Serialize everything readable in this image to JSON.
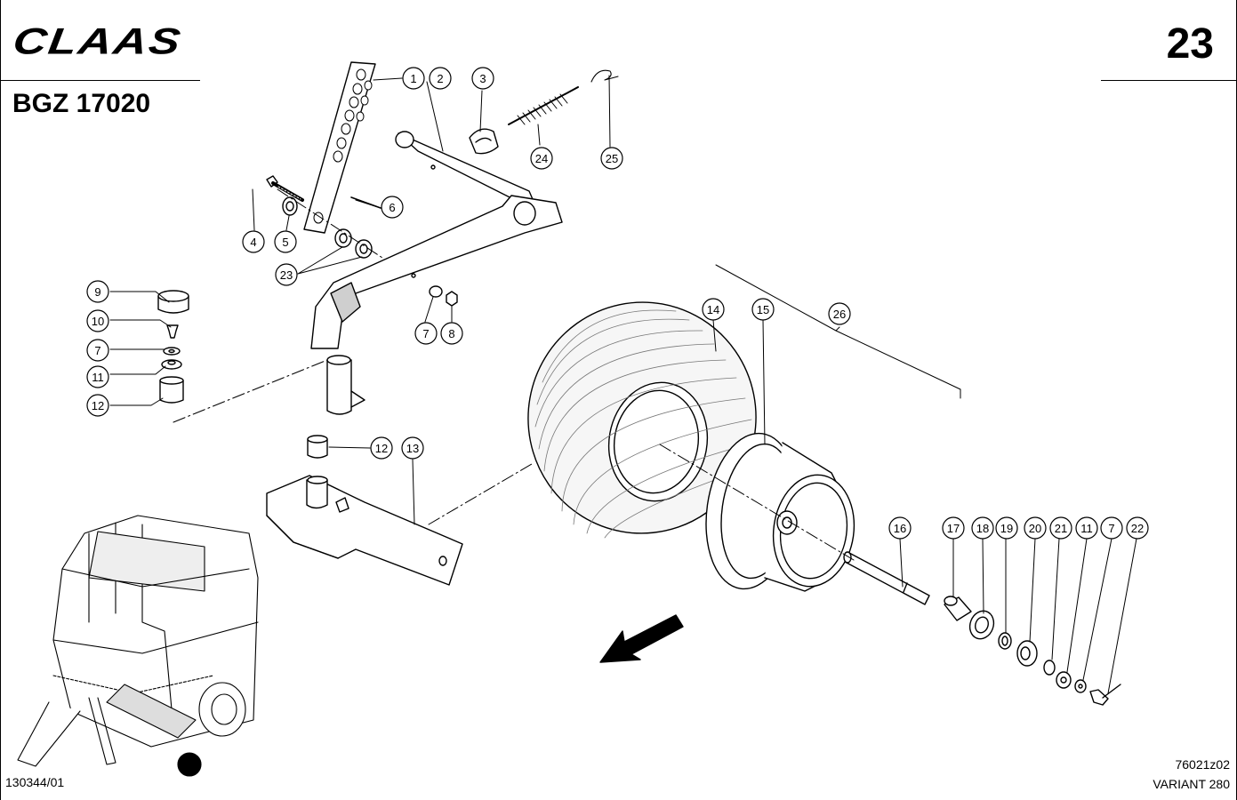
{
  "header": {
    "brand_logo": "CLAAS",
    "doc_code": "BGZ 17020",
    "page_number": "23"
  },
  "footer": {
    "left_code": "130344/01",
    "drawing_code": "76021z02",
    "variant": "VARIANT 280"
  },
  "callouts": [
    {
      "id": "c1",
      "label": "1"
    },
    {
      "id": "c2",
      "label": "2"
    },
    {
      "id": "c3",
      "label": "3"
    },
    {
      "id": "c24",
      "label": "24"
    },
    {
      "id": "c25",
      "label": "25"
    },
    {
      "id": "c6",
      "label": "6"
    },
    {
      "id": "c4",
      "label": "4"
    },
    {
      "id": "c5",
      "label": "5"
    },
    {
      "id": "c23",
      "label": "23"
    },
    {
      "id": "c9",
      "label": "9"
    },
    {
      "id": "c10",
      "label": "10"
    },
    {
      "id": "c7a",
      "label": "7"
    },
    {
      "id": "c11a",
      "label": "11"
    },
    {
      "id": "c12a",
      "label": "12"
    },
    {
      "id": "c7b",
      "label": "7"
    },
    {
      "id": "c8",
      "label": "8"
    },
    {
      "id": "c14",
      "label": "14"
    },
    {
      "id": "c15",
      "label": "15"
    },
    {
      "id": "c26",
      "label": "26"
    },
    {
      "id": "c12b",
      "label": "12"
    },
    {
      "id": "c13",
      "label": "13"
    },
    {
      "id": "c16",
      "label": "16"
    },
    {
      "id": "c17",
      "label": "17"
    },
    {
      "id": "c18",
      "label": "18"
    },
    {
      "id": "c19",
      "label": "19"
    },
    {
      "id": "c20",
      "label": "20"
    },
    {
      "id": "c21",
      "label": "21"
    },
    {
      "id": "c11b",
      "label": "11"
    },
    {
      "id": "c7c",
      "label": "7"
    },
    {
      "id": "c22",
      "label": "22"
    }
  ]
}
